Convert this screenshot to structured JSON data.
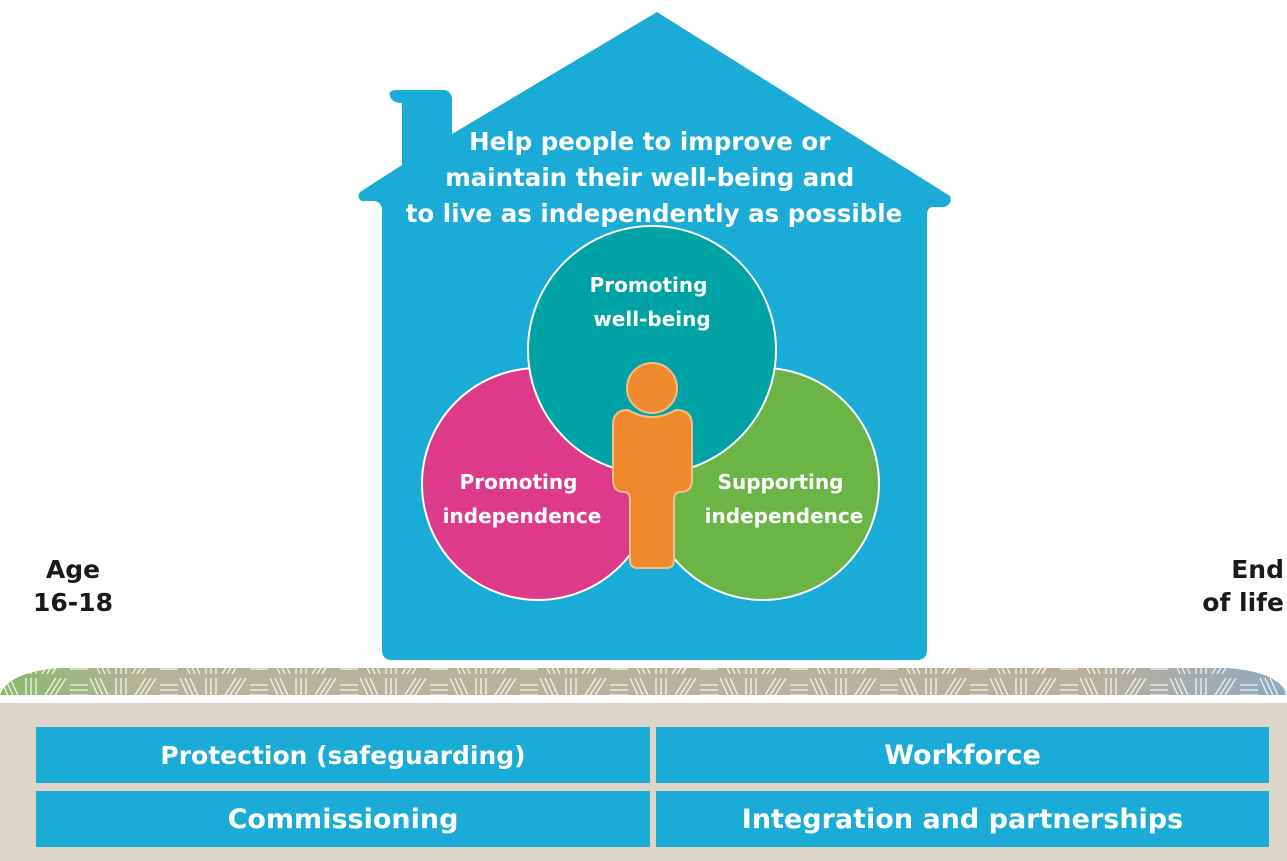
{
  "house": {
    "headline": [
      "Help people to improve or",
      "maintain their well-being and",
      "to live as independently as possible"
    ]
  },
  "circles": {
    "top": [
      "Promoting",
      "well-being"
    ],
    "left": [
      "Promoting",
      "independence"
    ],
    "right": [
      "Supporting",
      "independence"
    ]
  },
  "timeline": {
    "start": [
      "Age",
      "16-18"
    ],
    "end": [
      "End",
      "of life"
    ]
  },
  "pillars": {
    "protection": "Protection (safeguarding)",
    "workforce": "Workforce",
    "commissioning": "Commissioning",
    "integration": "Integration and partnerships"
  },
  "colors": {
    "house": "#1aabd6",
    "well_being": "#00a3a5",
    "promoting_independence": "#de3a8c",
    "supporting_independence": "#6ab545",
    "person": "#f0892e",
    "foundation": "#ddd6c8"
  },
  "icons": {
    "person": "person-icon"
  }
}
